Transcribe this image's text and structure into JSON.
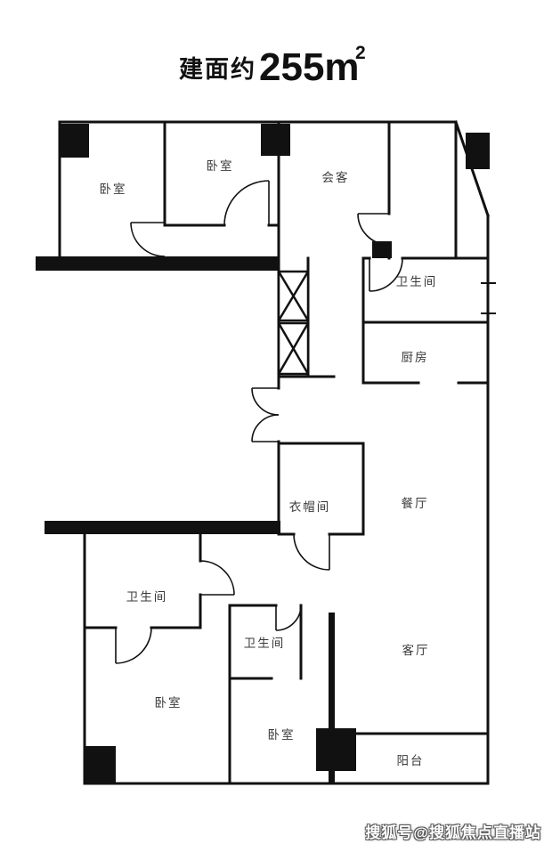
{
  "title": {
    "prefix": "建面约",
    "area": "255m",
    "superscript": "2"
  },
  "rooms": {
    "bedroom_top_left": "卧室",
    "bedroom_top_mid": "卧室",
    "reception": "会客",
    "bath_top": "卫生间",
    "kitchen": "厨房",
    "dining": "餐厅",
    "cloakroom": "衣帽间",
    "bath_left": "卫生间",
    "bath_mid": "卫生间",
    "bedroom_bottom_left": "卧室",
    "bedroom_bottom_mid": "卧室",
    "living": "客厅",
    "balcony": "阳台"
  },
  "watermark": "搜狐号@搜狐焦点直播站",
  "colors": {
    "wall": "#111111",
    "label": "#3a3a3a",
    "background": "#ffffff",
    "watermark_fill": "#ffffff"
  }
}
